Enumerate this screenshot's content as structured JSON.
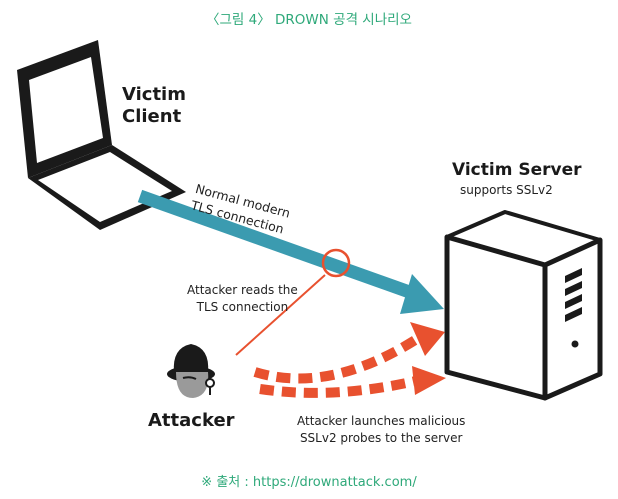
{
  "caption": "〈그림 4〉 DROWN 공격 시나리오",
  "victim_client": {
    "line1": "Victim",
    "line2": "Client"
  },
  "victim_server": {
    "title": "Victim Server",
    "subtitle": "supports SSLv2"
  },
  "attacker": {
    "label": "Attacker"
  },
  "tls_connection": {
    "line1": "Normal modern",
    "line2": "TLS connection"
  },
  "attacker_reads": {
    "line1": "Attacker reads the",
    "line2": "TLS connection"
  },
  "attacker_launches": {
    "line1": "Attacker launches malicious",
    "line2": "SSLv2 probes to the server"
  },
  "source": "※ 출처 : https://drownattack.com/",
  "colors": {
    "caption": "#2fa97a",
    "tls_arrow": "#3b9bb0",
    "attack": "#e8512f",
    "outline": "#1a1a1a"
  }
}
